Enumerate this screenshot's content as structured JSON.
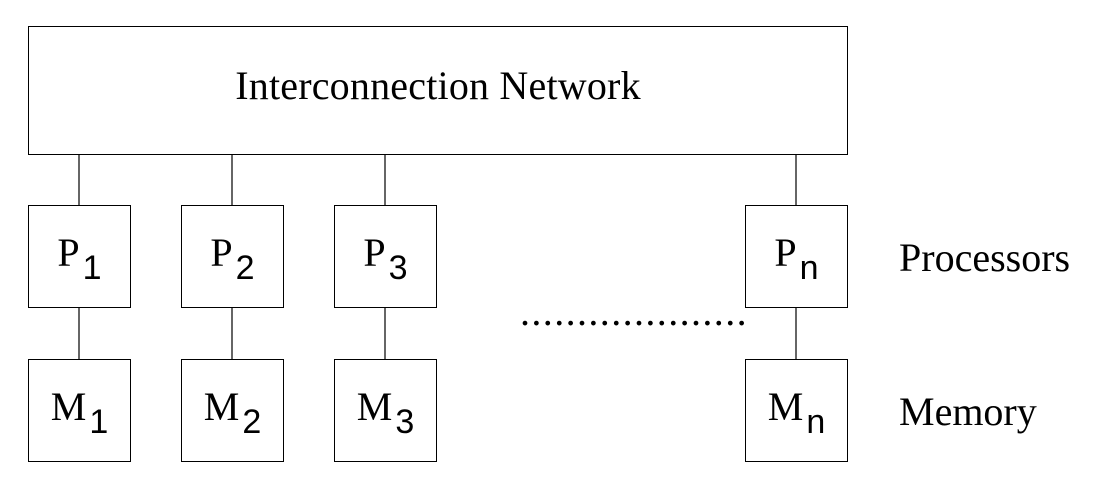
{
  "network": {
    "label": "Interconnection Network"
  },
  "processors": [
    {
      "letter": "P",
      "sub": "1"
    },
    {
      "letter": "P",
      "sub": "2"
    },
    {
      "letter": "P",
      "sub": "3"
    },
    {
      "letter": "P",
      "sub": "n"
    }
  ],
  "memories": [
    {
      "letter": "M",
      "sub": "1"
    },
    {
      "letter": "M",
      "sub": "2"
    },
    {
      "letter": "M",
      "sub": "3"
    },
    {
      "letter": "M",
      "sub": "n"
    }
  ],
  "row_labels": {
    "processors": "Processors",
    "memory": "Memory"
  },
  "ellipsis": "....................",
  "colors": {
    "stroke": "#000000",
    "background": "#ffffff"
  }
}
